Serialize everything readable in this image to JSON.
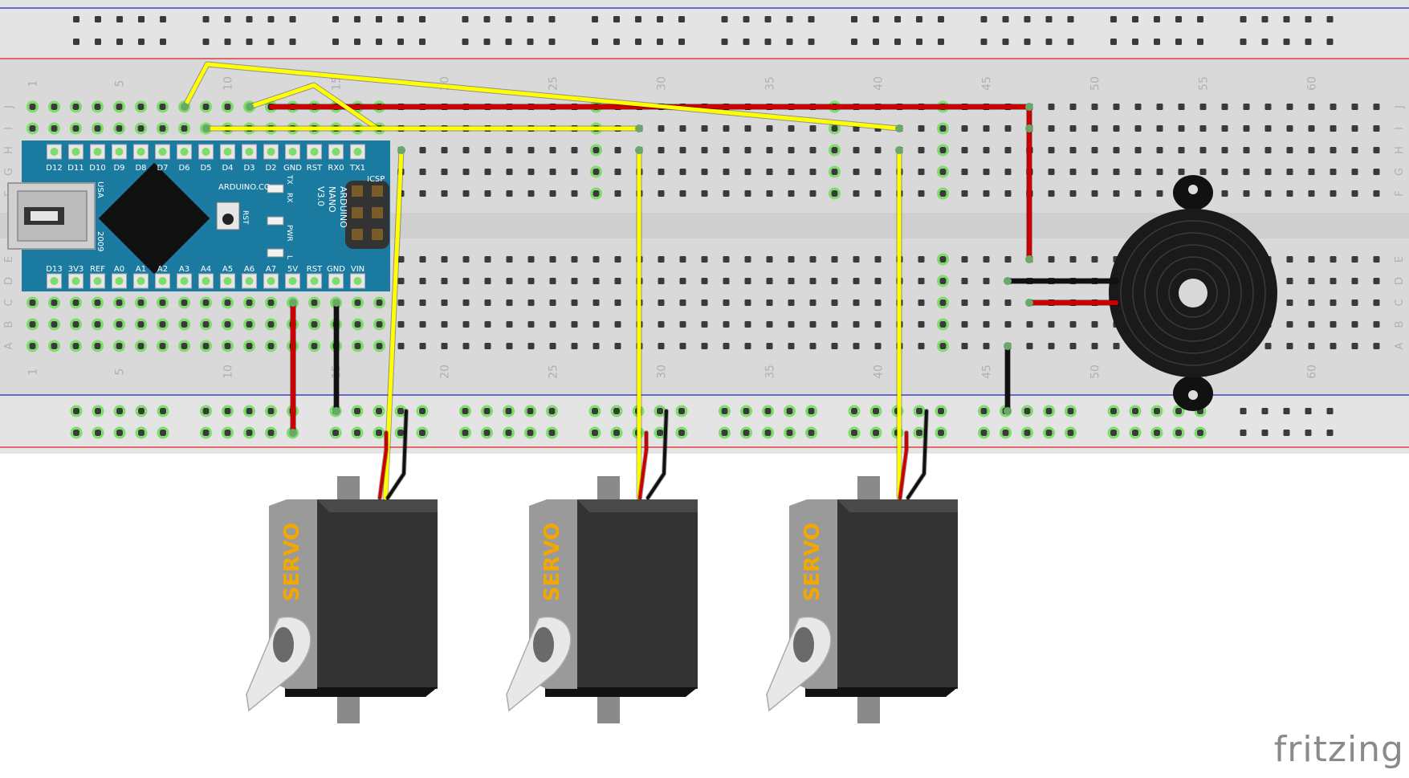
{
  "breadboard": {
    "columns": 63,
    "row_letters_top": [
      "J",
      "I",
      "H",
      "G",
      "F"
    ],
    "row_letters_bottom": [
      "E",
      "D",
      "C",
      "B",
      "A"
    ],
    "column_labels": [
      "1",
      "5",
      "10",
      "15",
      "20",
      "25",
      "30",
      "35",
      "40",
      "45",
      "50",
      "55",
      "60"
    ],
    "colors": {
      "board": "#d9d9d9",
      "rail": "#e4e4e4",
      "hole": "#3a3a3a",
      "active": "#7ddc6a",
      "rail_blue": "#2222cc",
      "rail_red": "#dd2222"
    }
  },
  "arduino": {
    "top_pins": [
      "D12",
      "D11",
      "D10",
      "D9",
      "D8",
      "D7",
      "D6",
      "D5",
      "D4",
      "D3",
      "D2",
      "GND",
      "RST",
      "RX0",
      "TX1"
    ],
    "bottom_pins": [
      "D13",
      "3V3",
      "REF",
      "A0",
      "A1",
      "A2",
      "A3",
      "A4",
      "A5",
      "A6",
      "A7",
      "5V",
      "RST",
      "GND",
      "VIN"
    ],
    "brand": "ARDUINO.CC",
    "model": [
      "ARDUINO",
      "NANO",
      "V3.0"
    ],
    "icsp": "ICSP",
    "usa": "USA",
    "year": "2009",
    "reset": "RST",
    "leds": [
      "TX",
      "RX",
      "PWR",
      "L"
    ],
    "color": "#1a7aa0"
  },
  "servos": [
    {
      "label": "SERVO"
    },
    {
      "label": "SERVO"
    },
    {
      "label": "SERVO"
    }
  ],
  "wire_colors": {
    "signal": "#ffff00",
    "power": "#cc0000",
    "ground": "#111111"
  },
  "watermark": "fritzing"
}
